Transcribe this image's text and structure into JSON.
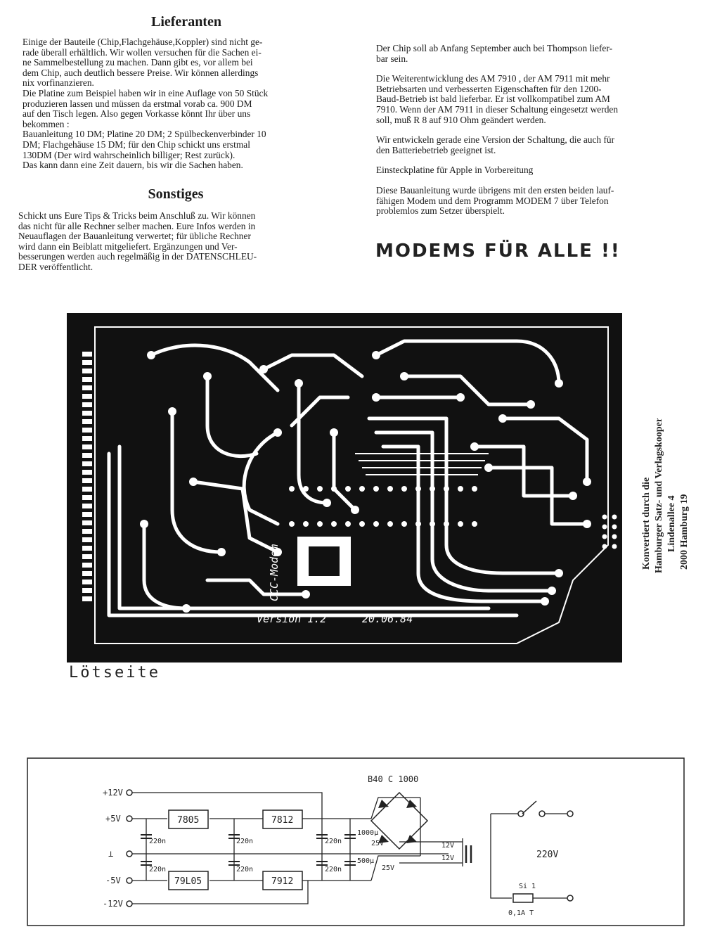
{
  "left_column": {
    "heading_suppliers": "Lieferanten",
    "suppliers_paragraphs": [
      "Einige der Bauteile (Chip,Flachgehäuse,Koppler) sind nicht ge-",
      "rade überall erhältlich. Wir wollen versuchen für die Sachen ei-",
      "ne Sammelbestellung zu machen. Dann gibt es, vor allem bei",
      "dem Chip, auch deutlich bessere Preise. Wir können allerdings",
      "nix vorfinanzieren.",
      "Die Platine zum Beispiel haben wir in eine Auflage von 50 Stück",
      "produzieren lassen und müssen da erstmal vorab ca. 900 DM",
      "auf den Tisch legen. Also gegen Vorkasse könnt Ihr über uns",
      "bekommen :",
      "Bauanleitung 10 DM; Platine 20 DM; 2 Spülbeckenverbinder 10",
      "DM; Flachgehäuse 15 DM; für den Chip schickt uns erstmal",
      "130DM (Der wird wahrscheinlich billiger; Rest zurück).",
      "Das kann dann eine Zeit dauern, bis wir die Sachen haben."
    ],
    "heading_misc": "Sonstiges",
    "misc_paragraphs": [
      "Schickt uns Eure Tips & Tricks beim Anschluß zu. Wir können",
      "das nicht für alle Rechner selber machen. Eure Infos werden in",
      "Neuauflagen der Bauanleitung verwertet; für übliche Rechner",
      "wird dann ein Beiblatt mitgeliefert. Ergänzungen und Ver-",
      "besserungen werden auch regelmäßig in der DATENSCHLEU-",
      "DER veröffentlicht."
    ]
  },
  "right_column": {
    "paragraphs": [
      [
        "Der Chip soll ab Anfang September auch bei Thompson liefer-",
        "bar sein."
      ],
      [
        "Die Weiterentwicklung des AM 7910 , der AM 7911 mit mehr",
        "Betriebsarten und verbesserten Eigenschaften für den 1200-",
        "Baud-Betrieb ist bald lieferbar. Er ist vollkompatibel zum AM",
        "7910. Wenn der AM 7911 in dieser Schaltung eingesetzt werden",
        "soll, muß R 8 auf 910 Ohm geändert werden."
      ],
      [
        "Wir entwickeln gerade eine Version der Schaltung, die auch für",
        "den Batteriebetrieb geeignet ist."
      ],
      [
        "Einsteckplatine für Apple in Vorbereitung"
      ],
      [
        "Diese Bauanleitung wurde übrigens mit den ersten beiden lauf-",
        "fähigen Modem und dem Programm MODEM 7 über Telefon",
        "problemlos zum Setzer überspielt."
      ]
    ],
    "banner": "MODEMS FÜR ALLE !!"
  },
  "pcb": {
    "board_label": "CCC-Modem",
    "version": "Version 1.2",
    "date": "20.06.84",
    "caption": "Lötseite"
  },
  "side_credit": {
    "lines": [
      "Konvertiert durch die",
      "Hamburger Satz- und Verlagskooperative",
      "Lindenallee 4",
      "2000 Hamburg 19"
    ]
  },
  "schematic": {
    "rails": [
      "+12V",
      "+5V",
      "⊥",
      "-5V",
      "-12V"
    ],
    "regulators": [
      "7805",
      "7812",
      "79L05",
      "7912"
    ],
    "capacitor_labels": [
      "220n",
      "220n",
      "220n",
      "220n",
      "220n",
      "220n",
      "1000µ",
      "500µ"
    ],
    "cap_voltage": [
      "25V",
      "25V"
    ],
    "bridge": "B40 C 1000",
    "transformer_secondary": [
      "12V",
      "12V"
    ],
    "mains": "220V",
    "fuse": "Si 1",
    "fuse_rating": "0,1A T"
  }
}
